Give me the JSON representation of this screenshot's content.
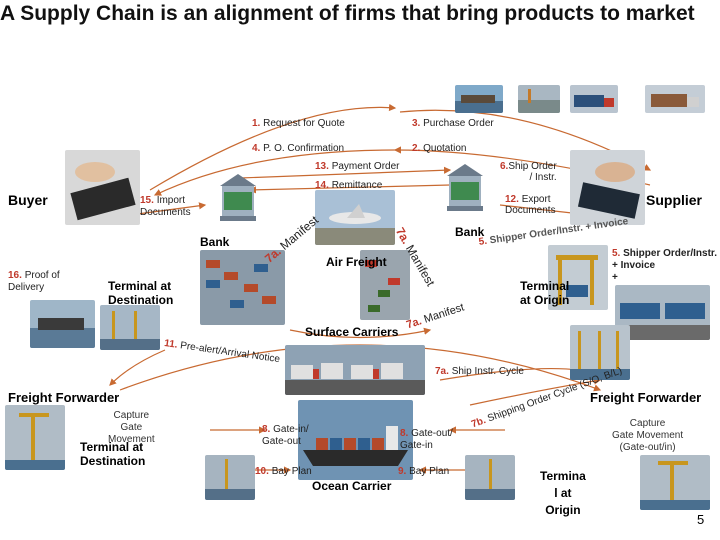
{
  "title": "A Supply Chain is an alignment of firms that bring products to market",
  "page_number": "5",
  "colors": {
    "arrow": "#c86a32",
    "accent_num": "#c0392b",
    "text": "#222222"
  },
  "nodes": {
    "buyer": "Buyer",
    "supplier": "Supplier",
    "bank_left": "Bank",
    "bank_right": "Bank",
    "air_freight": "Air Freight",
    "surface_carriers": "Surface Carriers",
    "terminal_destination_top": "Terminal at\nDestination",
    "terminal_origin_top": "Terminal\nat Origin",
    "freight_forwarder_left": "Freight Forwarder",
    "freight_forwarder_right": "Freight Forwarder",
    "terminal_destination_bottom": "Terminal at\nDestination",
    "terminal_origin_bottom": "Termina\nl at\nOrigin",
    "ocean_carrier": "Ocean Carrier"
  },
  "flows": {
    "f1": {
      "num": "1.",
      "text": "Request for Quote"
    },
    "f3": {
      "num": "3.",
      "text": "Purchase Order"
    },
    "f4": {
      "num": "4.",
      "text": "P. O. Confirmation"
    },
    "f2": {
      "num": "2.",
      "text": "Quotation"
    },
    "f13": {
      "num": "13.",
      "text": "Payment Order"
    },
    "f14": {
      "num": "14.",
      "text": "Remittance"
    },
    "f6": {
      "num": "6.",
      "text": "Ship Order\n/ Instr."
    },
    "f15": {
      "num": "15.",
      "text": "Import\nDocuments"
    },
    "f12": {
      "num": "12.",
      "text": "Export\nDocuments"
    },
    "f16": {
      "num": "16.",
      "text": "Proof of\nDelivery"
    },
    "f5": {
      "num": "5.",
      "text": "Shipper Order/Instr. + Invoice"
    },
    "f5b": {
      "num": "5.",
      "text": "Shipper Order/Instr.\n+ Invoice\n+"
    },
    "f7a_left": {
      "num": "7a.",
      "text": "Manifest"
    },
    "f7a_right": {
      "num": "7a.",
      "text": "Manifest"
    },
    "f7a_mid": {
      "num": "7a.",
      "text": "Manifest"
    },
    "f7a_ship": {
      "num": "7a.",
      "text": "Ship Instr. Cycle"
    },
    "f7b": {
      "num": "7b.",
      "text": "Shipping Order Cycle (S/O, B/L)"
    },
    "f11": {
      "num": "11.",
      "text": "Pre-alert/Arrival Notice"
    },
    "f8": {
      "num": "8.",
      "text": "Gate-in/\nGate-out"
    },
    "f8b": {
      "num": "8.",
      "text": "Gate-out/\nGate-in"
    },
    "f10": {
      "num": "10.",
      "text": "Bay Plan"
    },
    "f9": {
      "num": "9.",
      "text": "Bay Plan"
    }
  },
  "capture_left": "Capture\nGate\nMovement",
  "capture_right": "Capture\nGate Movement\n(Gate-out/in)",
  "icons": [
    "bank-building-icon",
    "truck-icon",
    "ship-icon",
    "aircraft-icon",
    "container-icon"
  ]
}
